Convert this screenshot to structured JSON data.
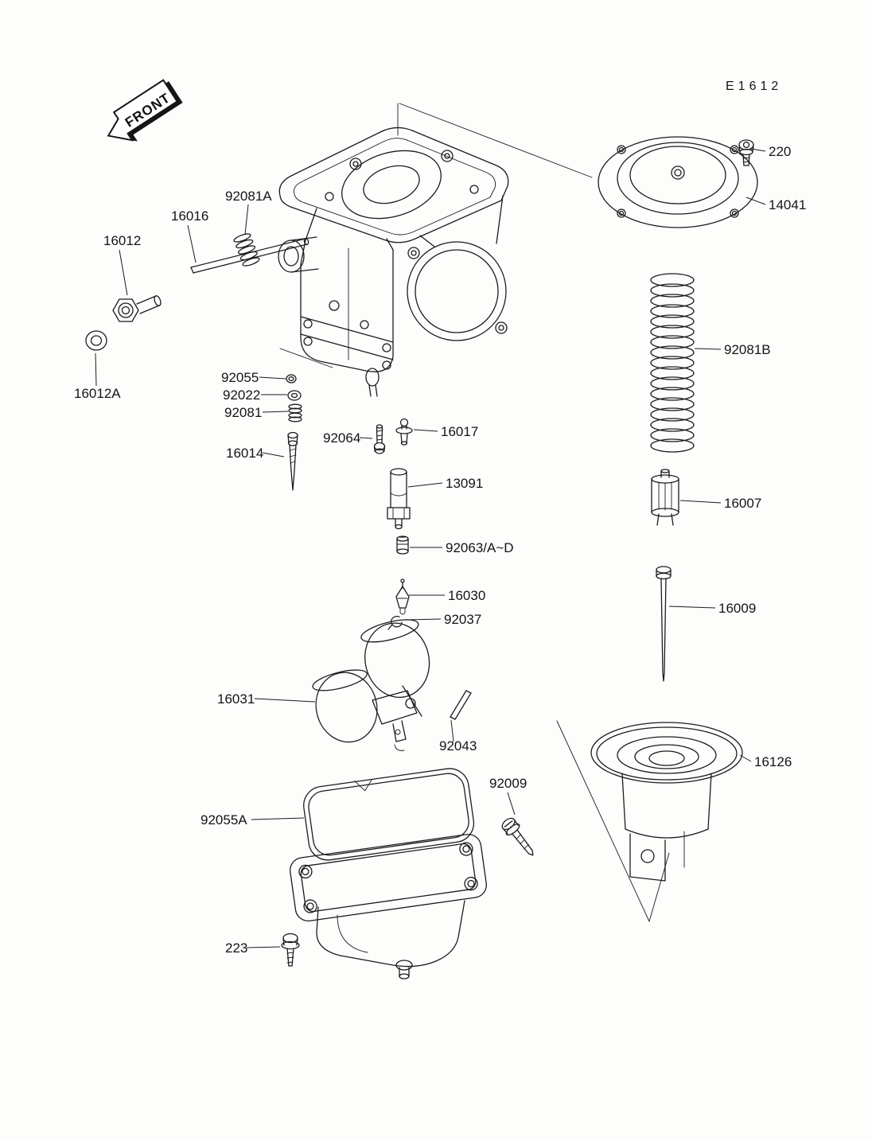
{
  "page": {
    "paper_color": "#fdfdfc",
    "ink_color": "#1c1c1c",
    "description": "Exploded parts diagram of a motorcycle carburetor"
  },
  "header": {
    "diagram_code": "E1612",
    "front_banner": "FRONT"
  },
  "callouts": [
    {
      "part_no": "220"
    },
    {
      "part_no": "14041"
    },
    {
      "part_no": "92081B"
    },
    {
      "part_no": "16007"
    },
    {
      "part_no": "16009"
    },
    {
      "part_no": "16126"
    },
    {
      "part_no": "92081A"
    },
    {
      "part_no": "16016"
    },
    {
      "part_no": "16012"
    },
    {
      "part_no": "16012A"
    },
    {
      "part_no": "92055"
    },
    {
      "part_no": "92022"
    },
    {
      "part_no": "92081"
    },
    {
      "part_no": "16014"
    },
    {
      "part_no": "92064"
    },
    {
      "part_no": "16017"
    },
    {
      "part_no": "13091"
    },
    {
      "part_no": "92063/A~D"
    },
    {
      "part_no": "16030"
    },
    {
      "part_no": "92037"
    },
    {
      "part_no": "16031"
    },
    {
      "part_no": "92043"
    },
    {
      "part_no": "92055A"
    },
    {
      "part_no": "92009"
    },
    {
      "part_no": "223"
    }
  ]
}
